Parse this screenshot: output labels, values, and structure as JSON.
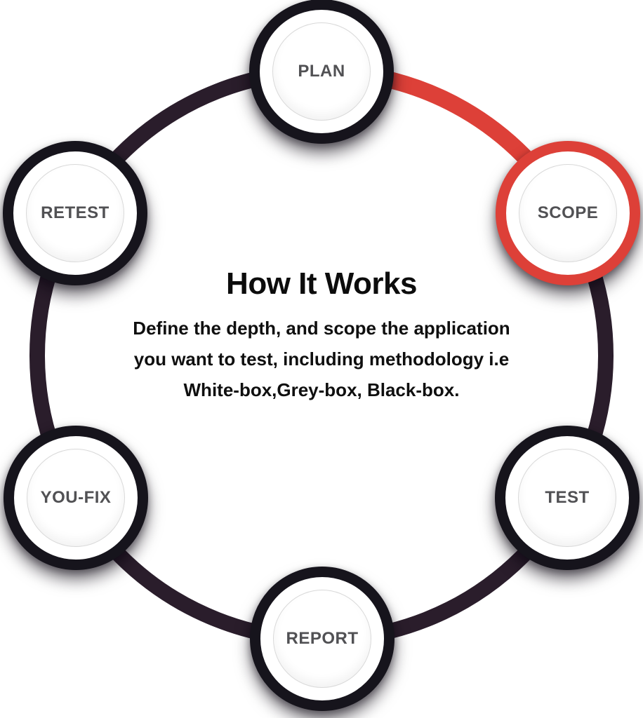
{
  "diagram": {
    "title": "How It Works",
    "description": "Define the depth, and scope the application you want to test, including methodology i.e White-box,Grey-box, Black-box.",
    "active_step": "SCOPE",
    "steps": [
      {
        "id": "plan",
        "label": "PLAN",
        "state": "default"
      },
      {
        "id": "scope",
        "label": "SCOPE",
        "state": "active"
      },
      {
        "id": "test",
        "label": "TEST",
        "state": "default"
      },
      {
        "id": "report",
        "label": "REPORT",
        "state": "default"
      },
      {
        "id": "you-fix",
        "label": "YOU-FIX",
        "state": "default"
      },
      {
        "id": "retest",
        "label": "RETEST",
        "state": "default"
      }
    ],
    "colors": {
      "ring_track": "#2a1d2b",
      "active_accent": "#dd4038",
      "node_ring": "#16141c",
      "node_fill": "#ffffff",
      "inner_circle_stroke": "#d9d9d9",
      "step_label_text": "#515154",
      "heading_text": "#0c0c0c"
    }
  }
}
